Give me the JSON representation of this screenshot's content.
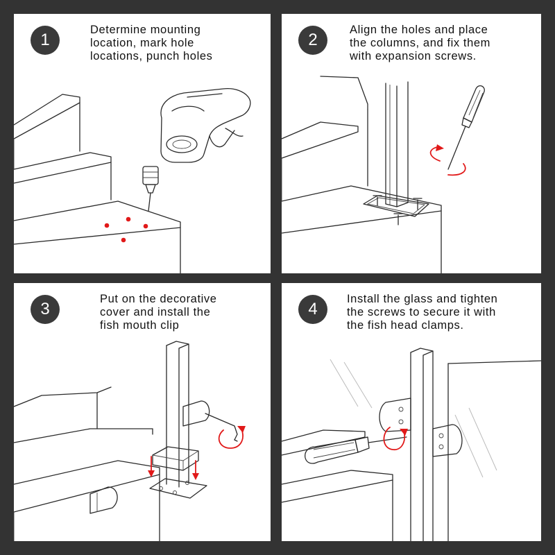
{
  "steps": [
    {
      "number": "1",
      "lines": [
        "Determine mounting",
        "location, mark hole",
        "locations, punch holes"
      ]
    },
    {
      "number": "2",
      "lines": [
        "Align the holes and place",
        "the columns, and fix them",
        "with expansion screws."
      ]
    },
    {
      "number": "3",
      "lines": [
        "Put on the decorative",
        "cover and install the",
        "fish mouth clip"
      ]
    },
    {
      "number": "4",
      "lines": [
        "Install the glass and tighten",
        "the screws to secure it with",
        "the fish head clamps."
      ]
    }
  ],
  "colors": {
    "background": "#333333",
    "panel": "#ffffff",
    "badge": "#3a3a3a",
    "accent": "#e11919"
  },
  "icons": [
    "drill-icon",
    "screwdriver-icon",
    "hex-key-icon",
    "rotation-arrow-icon",
    "down-arrow-icon"
  ]
}
